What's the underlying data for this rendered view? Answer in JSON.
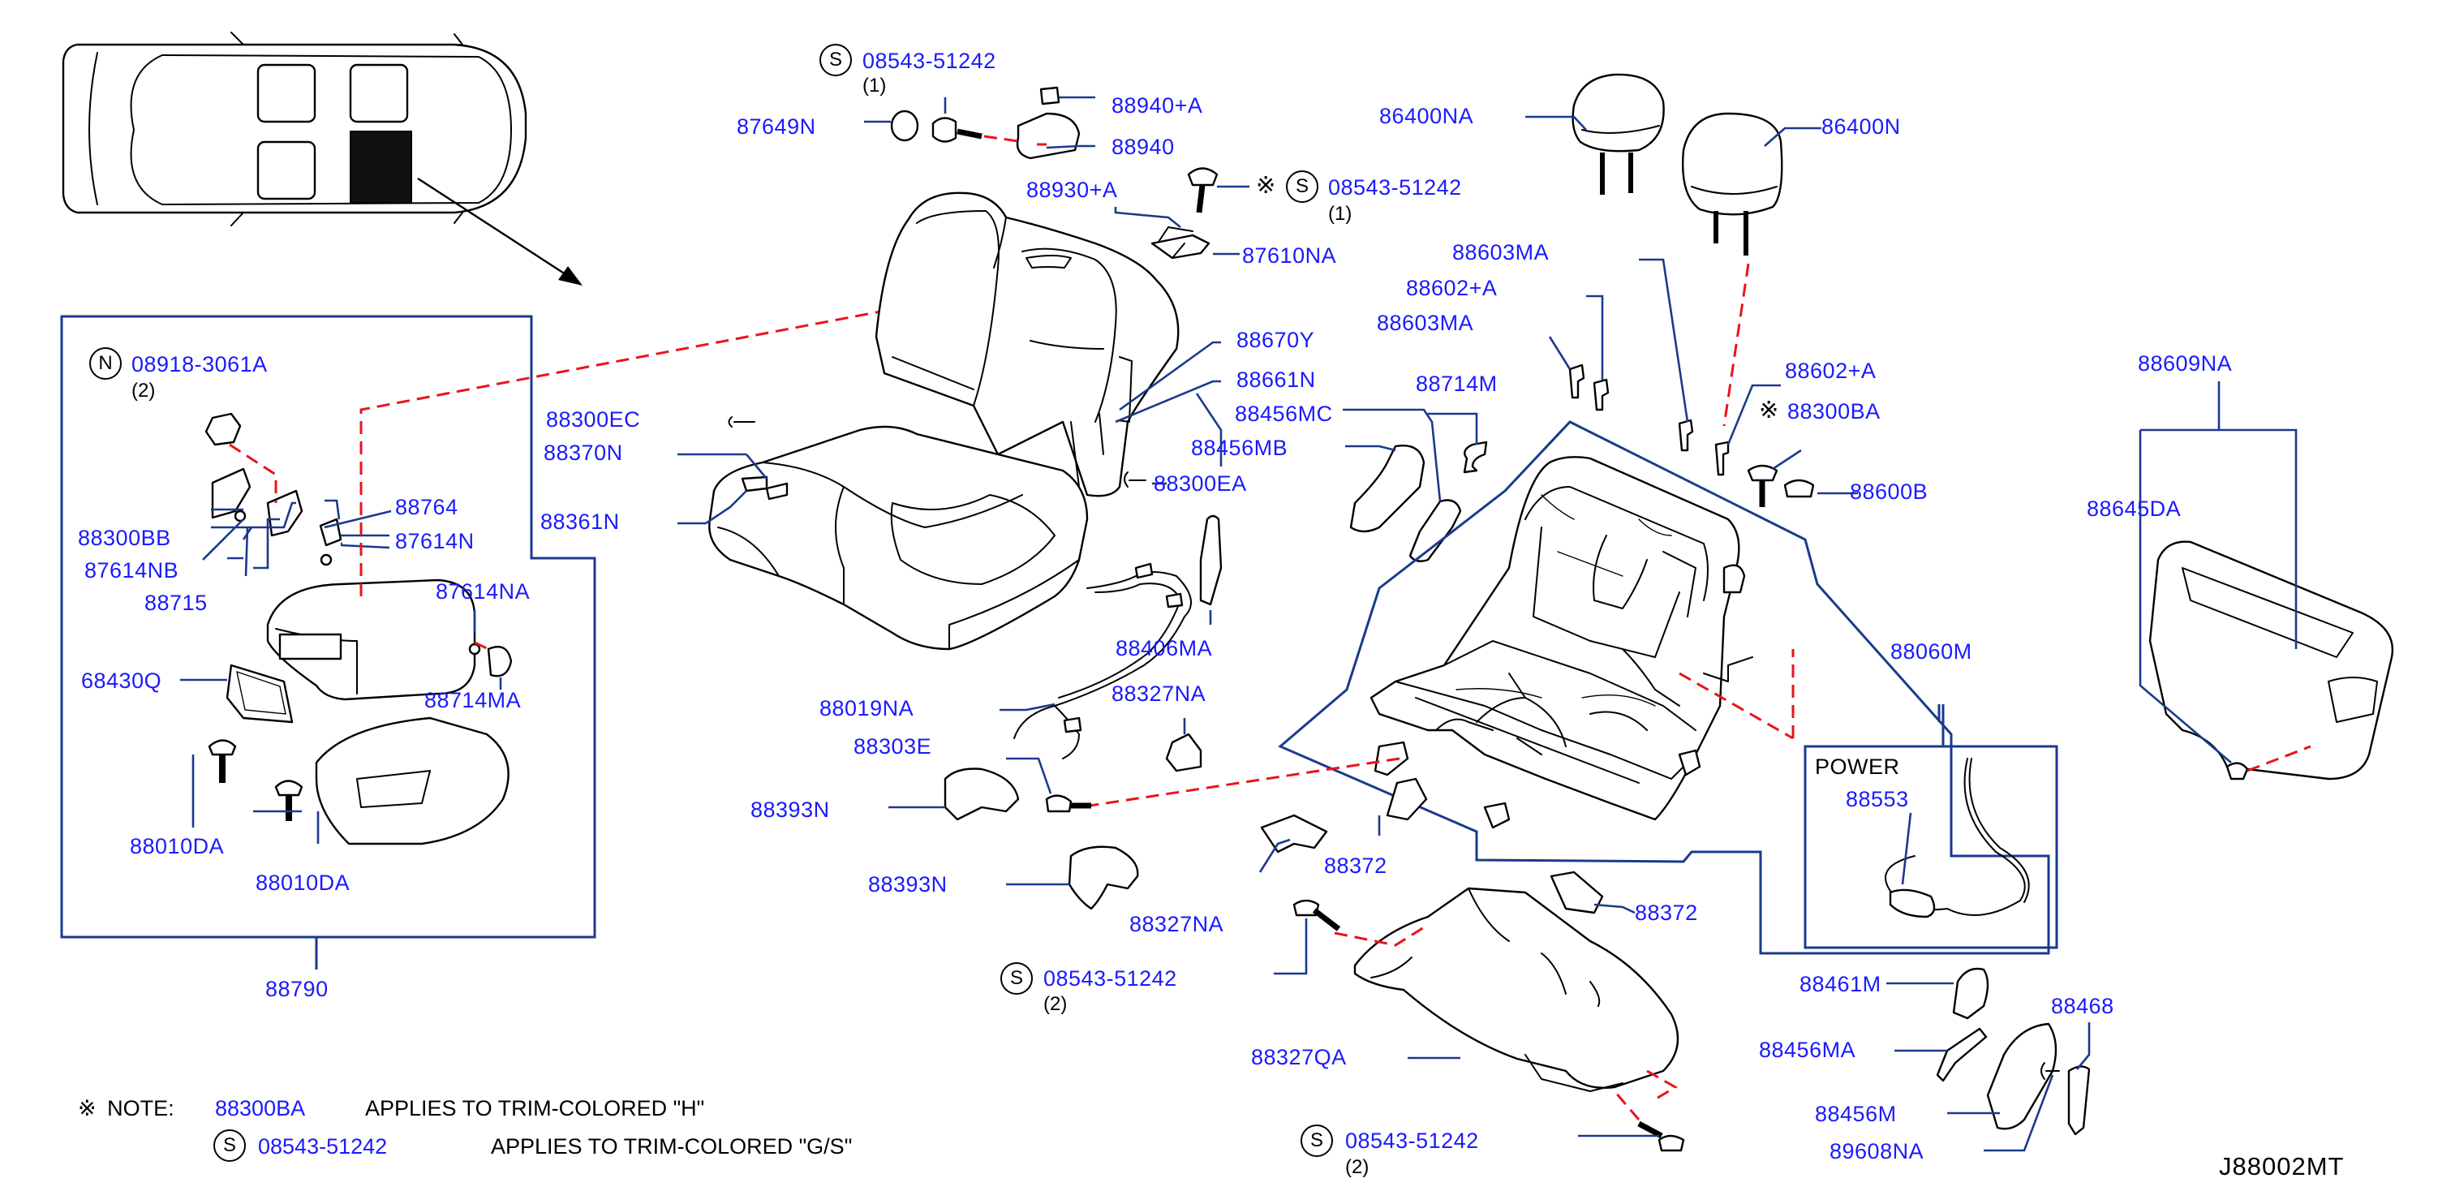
{
  "diagram": {
    "reference_code": "J88002MT",
    "colors": {
      "label": "#1a1aff",
      "leader": "#1a3a8c",
      "dashed": "#e8141c",
      "line": "#000000"
    },
    "labels": {
      "p87649N": "87649N",
      "p08543_top": "08543-51242",
      "p88940a": "88940+A",
      "p88940": "88940",
      "p88930a": "88930+A",
      "p08543_mid": "08543-51242",
      "p87610NA": "87610NA",
      "p86400NA": "86400NA",
      "p86400N": "86400N",
      "p88603MA_a": "88603MA",
      "p88602A_a": "88602+A",
      "p88603MA_b": "88603MA",
      "p88714M": "88714M",
      "p88456MC": "88456MC",
      "p88456MB": "88456MB",
      "p88602A_b": "88602+A",
      "p88300BA": "88300BA",
      "p88600B": "88600B",
      "p88609NA": "88609NA",
      "p88645DA": "88645DA",
      "p88670Y": "88670Y",
      "p88661N": "88661N",
      "p88300EA": "88300EA",
      "p88300EC": "88300EC",
      "p88370N": "88370N",
      "p88361N": "88361N",
      "p08918": "08918-3061A",
      "p88300BB": "88300BB",
      "p87614NB": "87614NB",
      "p88715": "88715",
      "p88764": "88764",
      "p87614N": "87614N",
      "p87614NA": "87614NA",
      "p68430Q": "68430Q",
      "p88714MA": "88714MA",
      "p88010DA_a": "88010DA",
      "p88010DA_b": "88010DA",
      "p88790": "88790",
      "p88406MA": "88406MA",
      "p88019NA": "88019NA",
      "p88327NA_a": "88327NA",
      "p88303E": "88303E",
      "p88393N_a": "88393N",
      "p88393N_b": "88393N",
      "p88060M": "88060M",
      "p88553": "88553",
      "p88372_a": "88372",
      "p88372_b": "88372",
      "p88327NA_b": "88327NA",
      "p08543_low": "08543-51242",
      "p88327QA": "88327QA",
      "p88461M": "88461M",
      "p88456MA": "88456MA",
      "p88468": "88468",
      "p88456M": "88456M",
      "p89608NA": "89608NA",
      "p08543_bot": "08543-51242"
    },
    "quantities": {
      "q_top": "(1)",
      "q_mid": "(1)",
      "q_08918": "(2)",
      "q_low": "(2)",
      "q_bot": "(2)"
    },
    "markers": {
      "s": "S",
      "n": "N",
      "ref_mark": "※"
    },
    "power_label": "POWER",
    "note": {
      "mark": "※",
      "heading": "NOTE:",
      "part_a": "88300BA",
      "text_a": "APPLIES   TO   TRIM-COLORED   \"H\"",
      "part_b": "08543-51242",
      "text_b": "APPLIES   TO   TRIM-COLORED   \"G/S\""
    }
  }
}
